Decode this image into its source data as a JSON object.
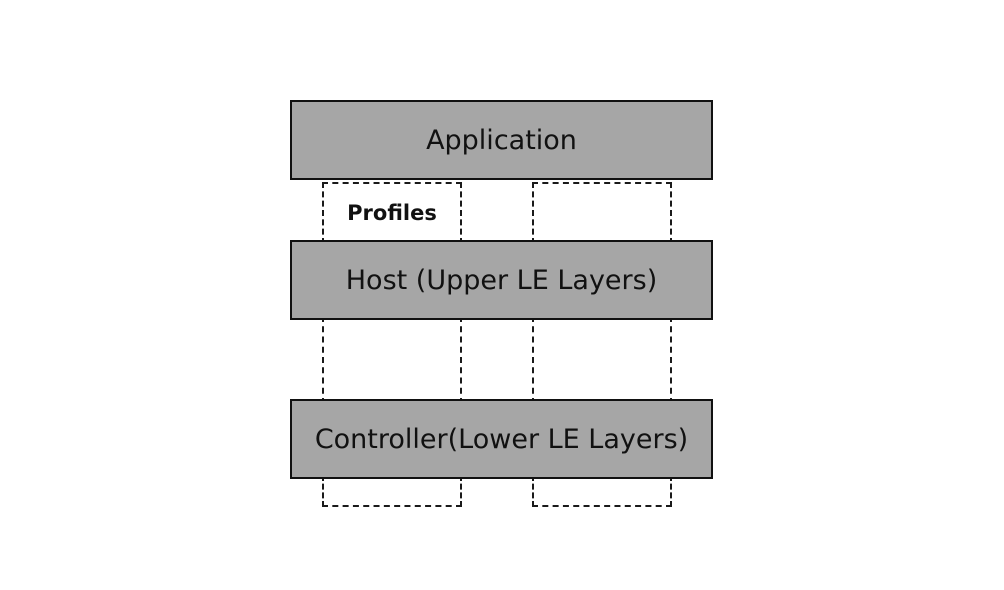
{
  "diagram": {
    "layers": {
      "application": "Application",
      "host": "Host (Upper LE Layers)",
      "controller": "Controller(Lower LE Layers)"
    },
    "profiles_label": "Profiles"
  }
}
